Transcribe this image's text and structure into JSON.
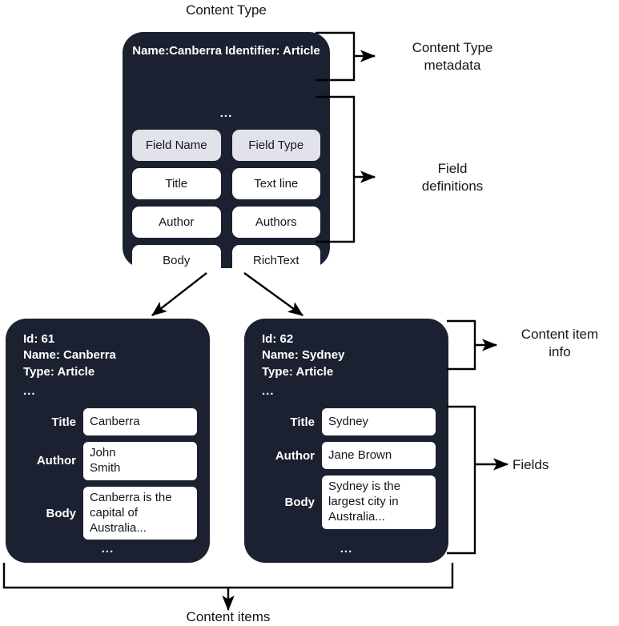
{
  "diagram": {
    "title": "Content Type",
    "bottom_caption": "Content items"
  },
  "content_type": {
    "metadata_lines": "Name:Canberra\nIdentifier: Article",
    "ellipsis": "...",
    "bottom_ellipsis": "...",
    "table": {
      "headers": [
        "Field Name",
        "Field Type"
      ],
      "rows": [
        [
          "Title",
          "Text line"
        ],
        [
          "Author",
          "Authors"
        ],
        [
          "Body",
          "RichText"
        ]
      ]
    }
  },
  "annotations": {
    "content_type_metadata": "Content Type\nmetadata",
    "field_definitions": "Field\ndefinitions",
    "content_item_info": "Content item\ninfo",
    "fields": "Fields"
  },
  "content_items": [
    {
      "info": "Id: 61\nName: Canberra\nType: Article",
      "ellipsis": "...",
      "bottom_ellipsis": "...",
      "fields": [
        {
          "label": "Title",
          "value": "Canberra"
        },
        {
          "label": "Author",
          "value": "John\nSmith"
        },
        {
          "label": "Body",
          "value": "Canberra is the\ncapital of\nAustralia..."
        }
      ]
    },
    {
      "info": "Id: 62\nName: Sydney\nType: Article",
      "ellipsis": "...",
      "bottom_ellipsis": "...",
      "fields": [
        {
          "label": "Title",
          "value": "Sydney"
        },
        {
          "label": "Author",
          "value": "Jane Brown"
        },
        {
          "label": "Body",
          "value": "Sydney is the\nlargest city in\nAustralia..."
        }
      ]
    }
  ],
  "colors": {
    "card_background": "#1b2130",
    "header_cell": "#e2e3ea",
    "cell": "#ffffff",
    "stroke": "#000000",
    "text_dark": "#14161f",
    "text_light": "#ffffff",
    "page_background": "#ffffff"
  }
}
